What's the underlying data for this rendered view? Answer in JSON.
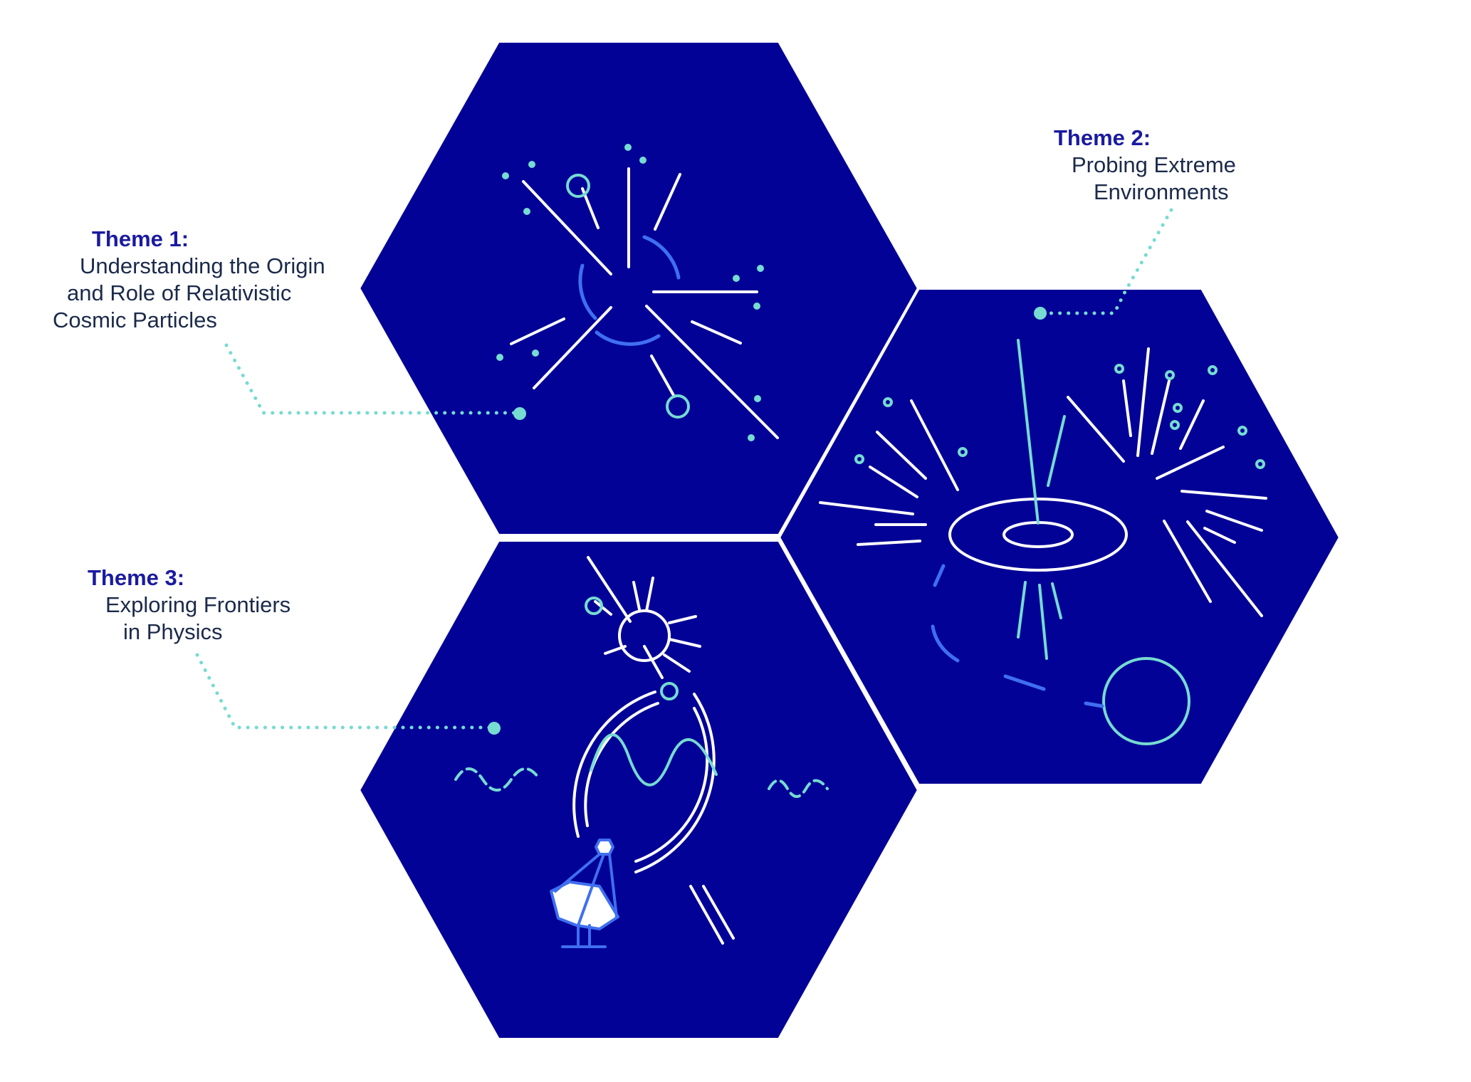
{
  "colors": {
    "hex_fill": "#020296",
    "hex_border": "#ffffff",
    "accent_teal": "#76dbd1",
    "accent_blue": "#3f6ff0",
    "line_white": "#ffffff",
    "theme_label": "#1a1aa0",
    "desc_text": "#1b2a4a"
  },
  "themes": [
    {
      "id": "theme-1",
      "label": "Theme 1:",
      "lines": [
        "Understanding the Origin",
        "and Role of Relativistic",
        "Cosmic Particles"
      ],
      "illustration": "particle-burst-icon"
    },
    {
      "id": "theme-2",
      "label": "Theme 2:",
      "lines": [
        "Probing Extreme",
        "Environments"
      ],
      "illustration": "accretion-disk-jet-icon"
    },
    {
      "id": "theme-3",
      "label": "Theme 3:",
      "lines": [
        "Exploring Frontiers",
        "in Physics"
      ],
      "illustration": "ring-detector-telescope-icon"
    }
  ]
}
